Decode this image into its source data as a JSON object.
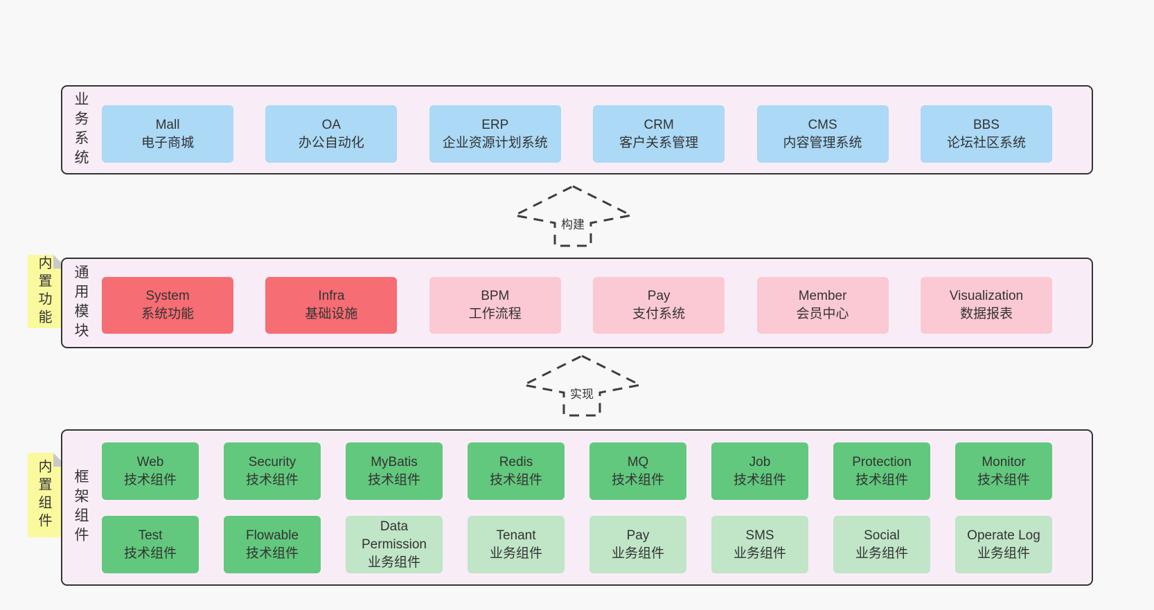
{
  "colors": {
    "page_bg": "#f8f8f8",
    "container_bg": "#f8edf6",
    "container_border": "#333333",
    "blue_box": "#abd9f6",
    "red_box": "#f66d73",
    "pink_box": "#fbc9d3",
    "green_box": "#62c87d",
    "light_green_box": "#c0e5c7",
    "note_yellow": "#fbf99e",
    "note_fold_gray": "#c9c9c9",
    "text": "#333333"
  },
  "arrows": {
    "build": "构建",
    "implement": "实现"
  },
  "layers": {
    "business": {
      "label": "业务系统",
      "boxes": [
        {
          "name": "Mall",
          "desc": "电子商城",
          "variant": "blue"
        },
        {
          "name": "OA",
          "desc": "办公自动化",
          "variant": "blue"
        },
        {
          "name": "ERP",
          "desc": "企业资源计划系统",
          "variant": "blue"
        },
        {
          "name": "CRM",
          "desc": "客户关系管理",
          "variant": "blue"
        },
        {
          "name": "CMS",
          "desc": "内容管理系统",
          "variant": "blue"
        },
        {
          "name": "BBS",
          "desc": "论坛社区系统",
          "variant": "blue"
        }
      ]
    },
    "modules": {
      "label": "通用模块",
      "tab": "内置功能",
      "boxes": [
        {
          "name": "System",
          "desc": "系统功能",
          "variant": "red"
        },
        {
          "name": "Infra",
          "desc": "基础设施",
          "variant": "red"
        },
        {
          "name": "BPM",
          "desc": "工作流程",
          "variant": "pink"
        },
        {
          "name": "Pay",
          "desc": "支付系统",
          "variant": "pink"
        },
        {
          "name": "Member",
          "desc": "会员中心",
          "variant": "pink"
        },
        {
          "name": "Visualization",
          "desc": "数据报表",
          "variant": "pink"
        }
      ]
    },
    "components": {
      "label": "框架组件",
      "tab": "内置组件",
      "row1": [
        {
          "name": "Web",
          "desc": "技术组件",
          "variant": "green"
        },
        {
          "name": "Security",
          "desc": "技术组件",
          "variant": "green"
        },
        {
          "name": "MyBatis",
          "desc": "技术组件",
          "variant": "green"
        },
        {
          "name": "Redis",
          "desc": "技术组件",
          "variant": "green"
        },
        {
          "name": "MQ",
          "desc": "技术组件",
          "variant": "green"
        },
        {
          "name": "Job",
          "desc": "技术组件",
          "variant": "green"
        },
        {
          "name": "Protection",
          "desc": "技术组件",
          "variant": "green"
        },
        {
          "name": "Monitor",
          "desc": "技术组件",
          "variant": "green"
        }
      ],
      "row2": [
        {
          "name": "Test",
          "desc": "技术组件",
          "variant": "green"
        },
        {
          "name": "Flowable",
          "desc": "技术组件",
          "variant": "green"
        },
        {
          "name": "Data Permission",
          "desc": "业务组件",
          "variant": "lightgreen"
        },
        {
          "name": "Tenant",
          "desc": "业务组件",
          "variant": "lightgreen"
        },
        {
          "name": "Pay",
          "desc": "业务组件",
          "variant": "lightgreen"
        },
        {
          "name": "SMS",
          "desc": "业务组件",
          "variant": "lightgreen"
        },
        {
          "name": "Social",
          "desc": "业务组件",
          "variant": "lightgreen"
        },
        {
          "name": "Operate Log",
          "desc": "业务组件",
          "variant": "lightgreen"
        }
      ]
    }
  }
}
